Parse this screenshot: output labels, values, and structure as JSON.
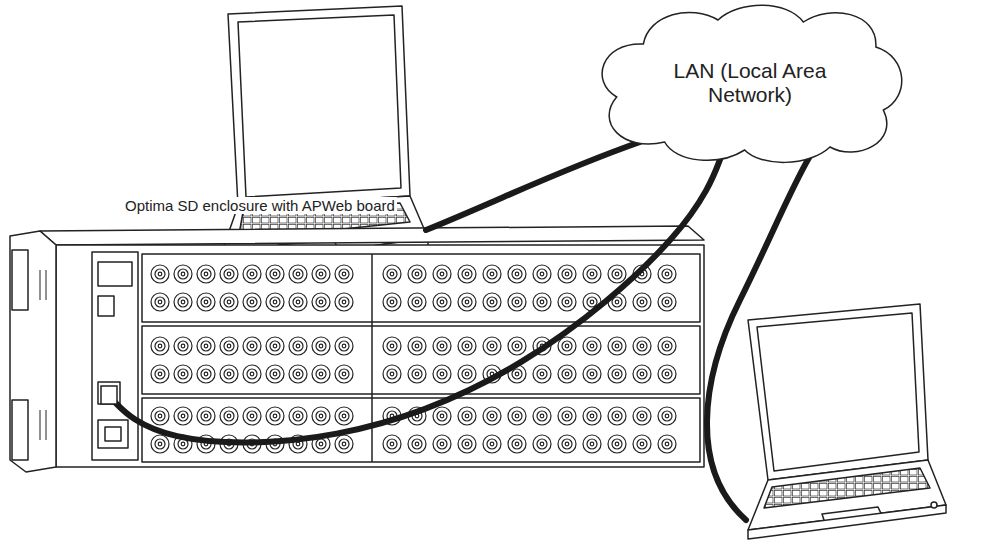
{
  "diagram": {
    "nodes": [
      {
        "text": [
          "LAN (Local Area Network)"
        ]
      },
      {
        "text": [
          "Optima SD enclosure with APWeb board"
        ]
      }
    ],
    "edges": [
      {
        "from": 1,
        "to": 0,
        "arrow": "none"
      }
    ]
  }
}
